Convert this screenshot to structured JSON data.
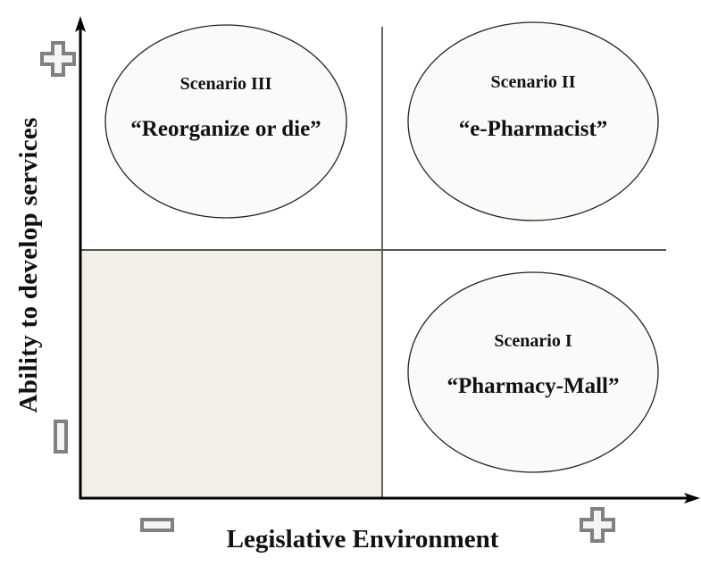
{
  "diagram": {
    "type": "2x2 scenario matrix",
    "axes": {
      "y_label": "Ability to develop services",
      "x_label": "Legislative Environment",
      "y_high_marker": "plus-icon",
      "y_low_marker": "minus-icon",
      "x_low_marker": "minus-icon",
      "x_high_marker": "plus-icon"
    },
    "scenarios": [
      {
        "quadrant": "top-left",
        "title": "Scenario III",
        "name": "“Reorganize or die”"
      },
      {
        "quadrant": "top-right",
        "title": "Scenario II",
        "name": "“e-Pharmacist”"
      },
      {
        "quadrant": "bottom-right",
        "title": "Scenario I",
        "name": "“Pharmacy-Mall”"
      }
    ],
    "shaded_quadrant": "bottom-left",
    "colors": {
      "axis": "#000000",
      "divider": "#555555",
      "shaded_fill": "#f1efe8",
      "ellipse_fill": "#fafaf8",
      "ellipse_stroke": "#222222",
      "marker_stroke": "#808080",
      "marker_fill": "#f4f4f2"
    }
  }
}
